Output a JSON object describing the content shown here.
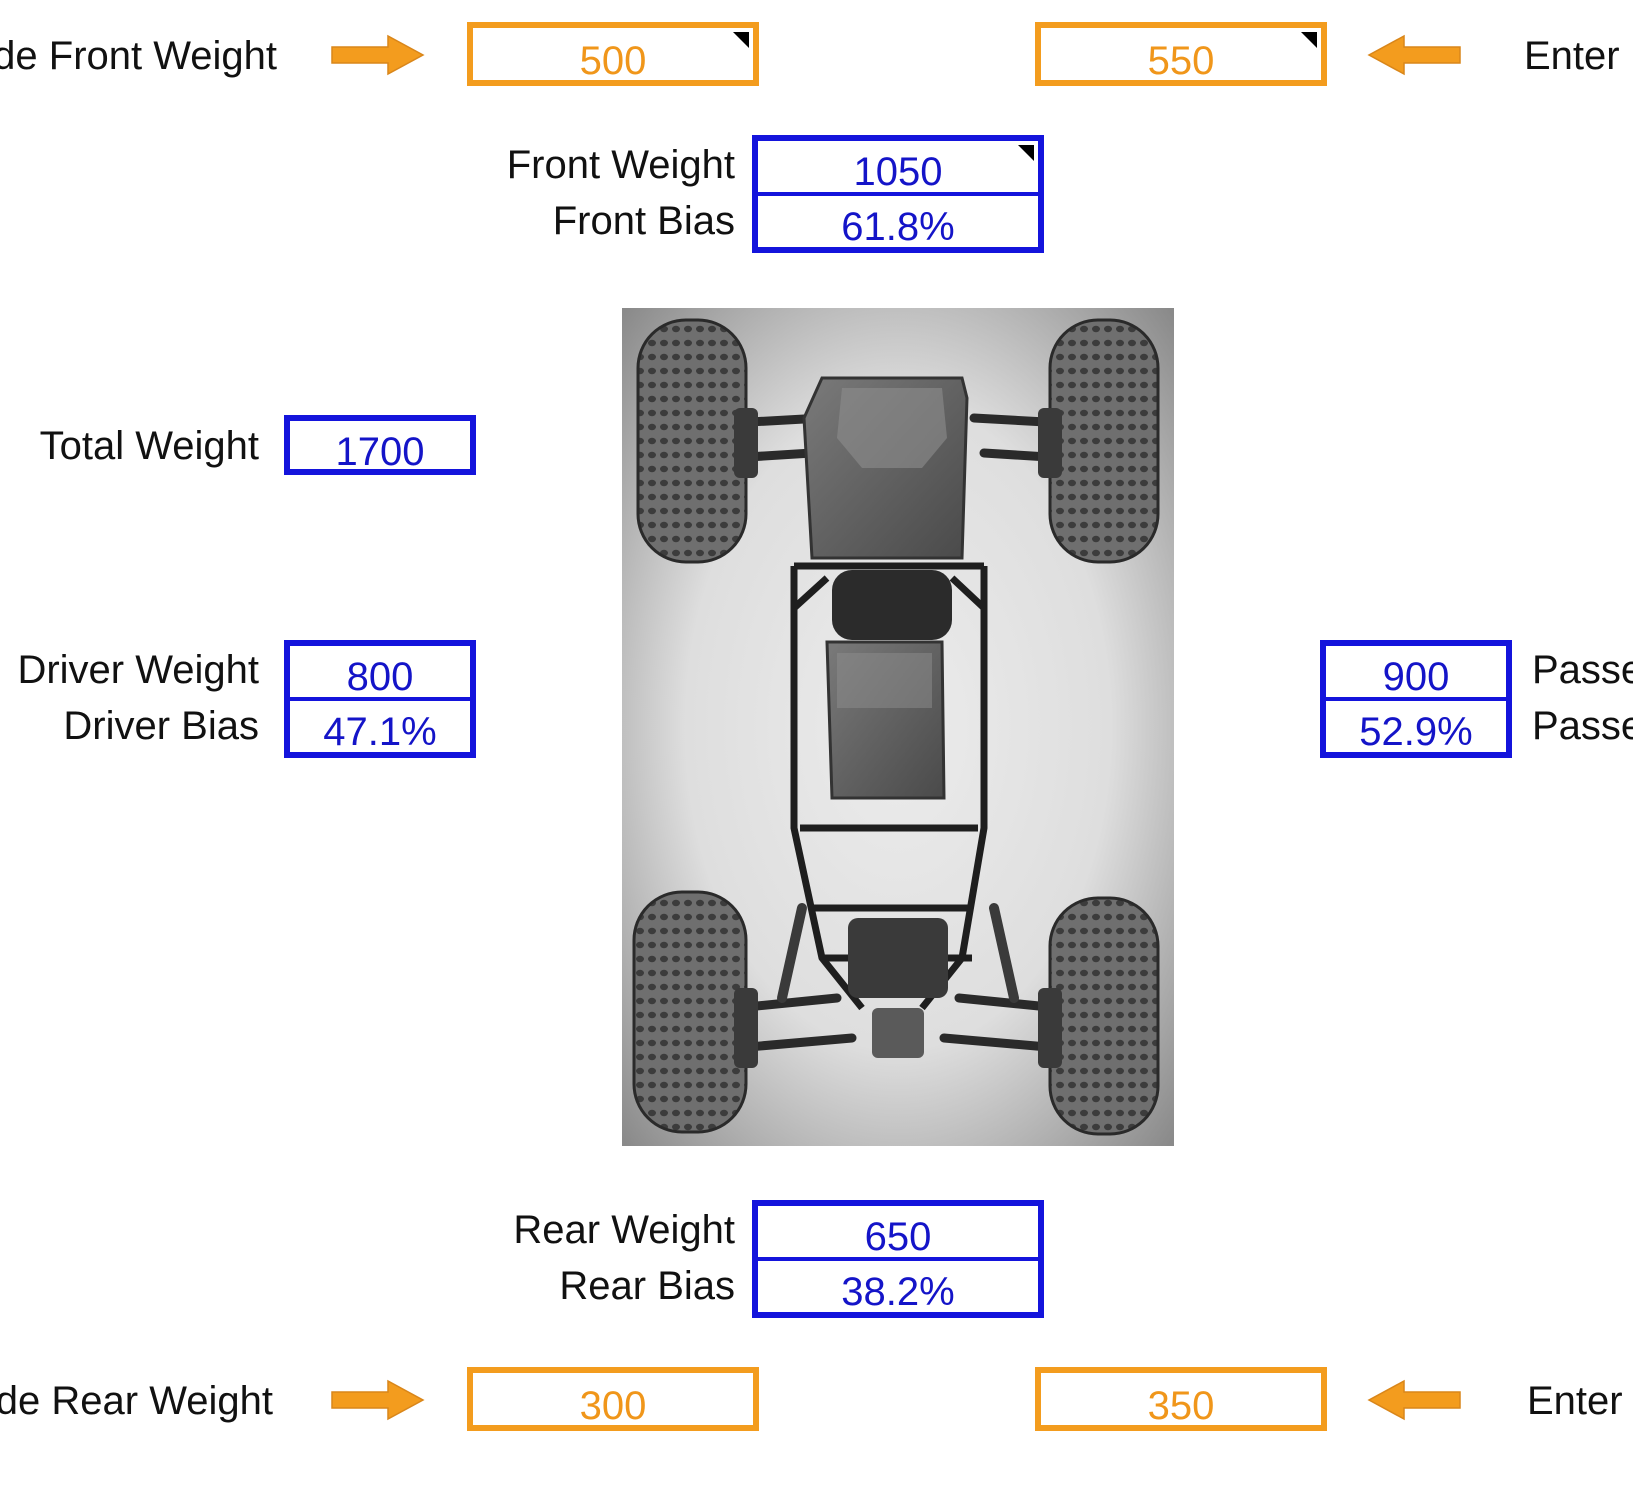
{
  "colors": {
    "input_accent": "#f39c1e",
    "output_accent": "#1414dc",
    "text": "#111111"
  },
  "labels": {
    "front_left": "ide Front Weight",
    "front_right": "Enter",
    "front_weight": "Front Weight",
    "front_bias": "Front Bias",
    "total_weight": "Total Weight",
    "driver_weight": "Driver Weight",
    "driver_bias": "Driver Bias",
    "passenger_weight": "Passe",
    "passenger_bias": "Passe",
    "rear_weight": "Rear Weight",
    "rear_bias": "Rear Bias",
    "rear_left": "ide Rear Weight",
    "rear_right": "Enter"
  },
  "inputs": {
    "front_left_value": "500",
    "front_right_value": "550",
    "rear_left_value": "300",
    "rear_right_value": "350"
  },
  "outputs": {
    "front_weight": "1050",
    "front_bias": "61.8%",
    "total_weight": "1700",
    "driver_weight": "800",
    "driver_bias": "47.1%",
    "passenger_weight": "900",
    "passenger_bias": "52.9%",
    "rear_weight": "650",
    "rear_bias": "38.2%"
  },
  "icons": {
    "arrow_right": "arrow-right-icon",
    "arrow_left": "arrow-left-icon",
    "comment_marker": "comment-indicator-icon",
    "chassis_photo": "rc-car-chassis-photo"
  }
}
